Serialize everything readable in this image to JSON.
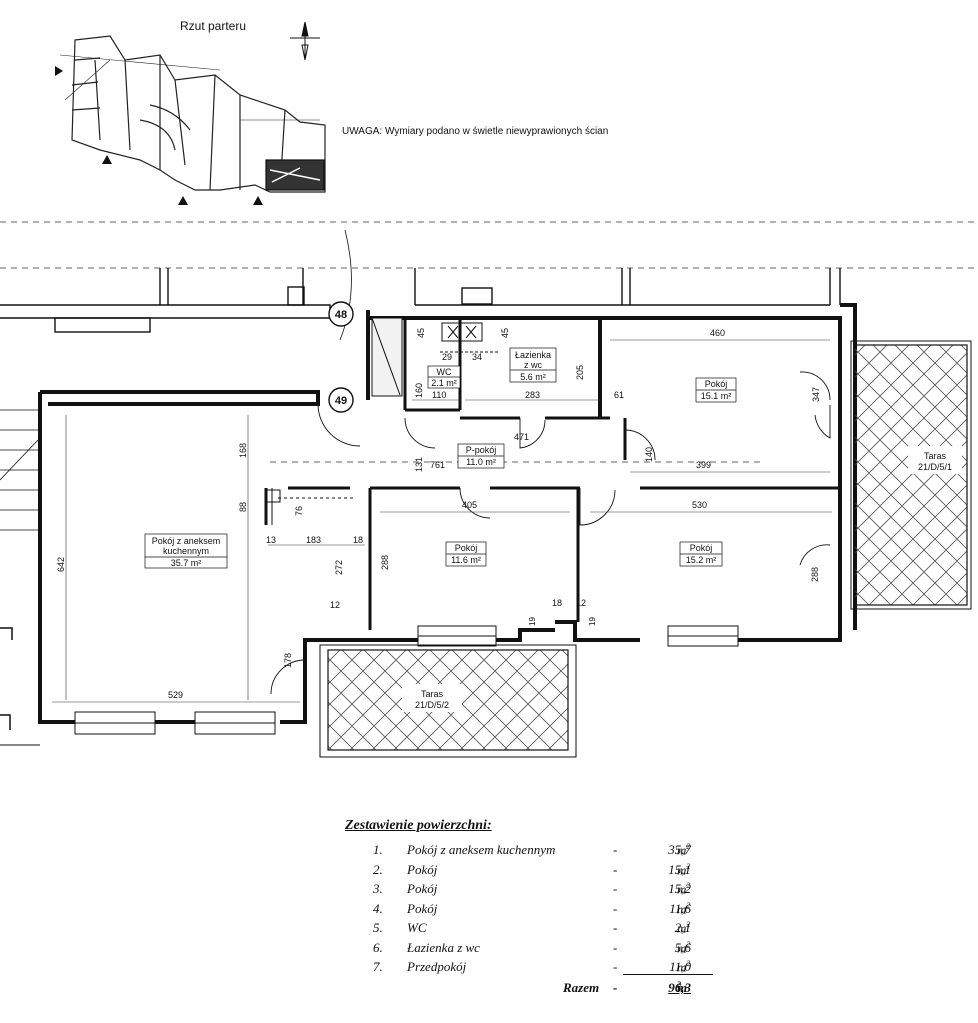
{
  "header": {
    "title": "Rzut parteru",
    "note": "UWAGA: Wymiary podano w świetle niewyprawionych ścian"
  },
  "stairs": {
    "s48": "48",
    "s49": "49"
  },
  "rooms": {
    "living": {
      "name_line1": "Pokój z aneksem",
      "name_line2": "kuchennym",
      "area": "35.7 m²"
    },
    "room1": {
      "name": "Pokój",
      "area": "15.1 m²"
    },
    "room2": {
      "name": "Pokój",
      "area": "15.2 m²"
    },
    "room3": {
      "name": "Pokój",
      "area": "11.6 m²"
    },
    "wc": {
      "name": "WC",
      "area": "2.1 m²"
    },
    "bath": {
      "name_line1": "Łazienka",
      "name_line2": "z wc",
      "area": "5.6 m²"
    },
    "hall": {
      "name": "P-pokój",
      "area": "11.0 m²"
    },
    "terrace1": {
      "name": "Taras",
      "code": "21/D/5/1"
    },
    "terrace2": {
      "name": "Taras",
      "code": "21/D/5/2"
    }
  },
  "dimensions": {
    "d460": "460",
    "d45a": "45",
    "d45b": "45",
    "d29": "29",
    "d34": "34",
    "d205": "205",
    "d160": "160",
    "d110": "110",
    "d283": "283",
    "d61": "61",
    "d347": "347",
    "d471": "471",
    "d140": "140",
    "d399": "399",
    "d131": "131",
    "d761": "761",
    "d168": "168",
    "d88": "88",
    "d76": "76",
    "d405": "405",
    "d530": "530",
    "d13": "13",
    "d183": "183",
    "d18a": "18",
    "d642": "642",
    "d272": "272",
    "d288a": "288",
    "d288b": "288",
    "d12": "12",
    "d18b": "18",
    "d12b": "12",
    "d19a": "19",
    "d19b": "19",
    "d178": "178",
    "d529": "529"
  },
  "summary": {
    "title": "Zestawienie powierzchni:",
    "rows": [
      {
        "no": "1.",
        "name": "Pokój z aneksem kuchennym",
        "dash": "-",
        "value": "35,7",
        "unit": "m"
      },
      {
        "no": "2.",
        "name": "Pokój",
        "dash": "-",
        "value": "15,1",
        "unit": "m"
      },
      {
        "no": "3.",
        "name": "Pokój",
        "dash": "-",
        "value": "15,2",
        "unit": "m"
      },
      {
        "no": "4.",
        "name": "Pokój",
        "dash": "-",
        "value": "11,6",
        "unit": "m"
      },
      {
        "no": "5.",
        "name": "WC",
        "dash": "-",
        "value": "2,1",
        "unit": "m"
      },
      {
        "no": "6.",
        "name": "Łazienka z wc",
        "dash": "-",
        "value": "5,6",
        "unit": "m"
      },
      {
        "no": "7.",
        "name": "Przedpokój",
        "dash": "-",
        "value": "11,0",
        "unit": "m"
      }
    ],
    "sup": "2",
    "total_label": "Razem",
    "total_dash": "-",
    "total_value": "96,3",
    "total_unit": "m"
  }
}
